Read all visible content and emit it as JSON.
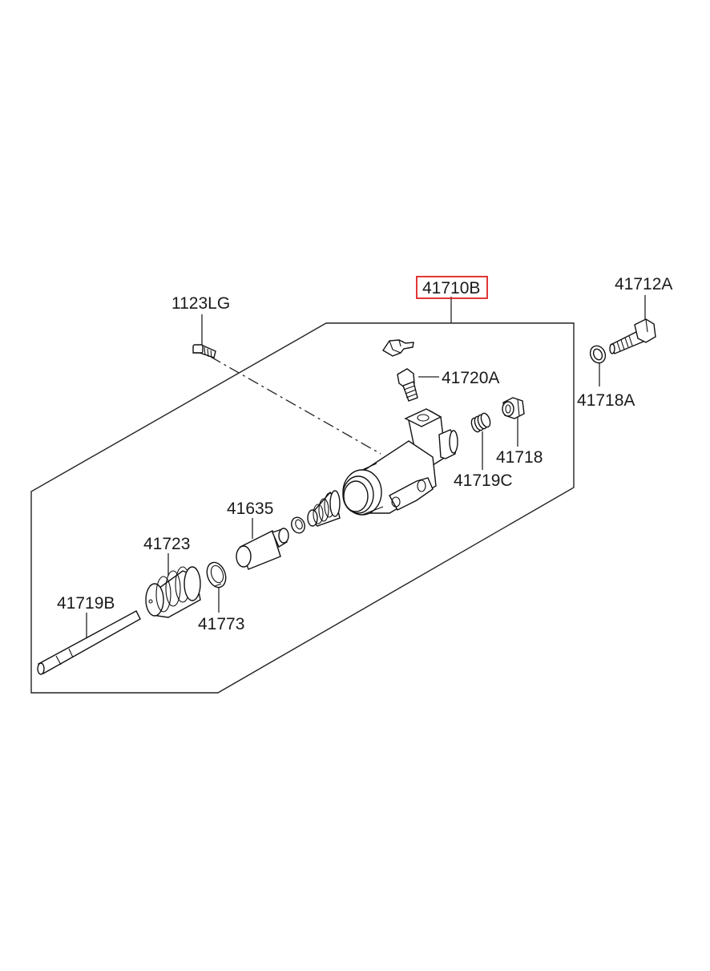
{
  "diagram": {
    "highlighted_part": "41710B",
    "highlight_color": "#e02020",
    "labels": {
      "p1123LG": "1123LG",
      "p41710B": "41710B",
      "p41712A": "41712A",
      "p41720A": "41720A",
      "p41718A": "41718A",
      "p41718": "41718",
      "p41719C": "41719C",
      "p41635": "41635",
      "p41723": "41723",
      "p41773": "41773",
      "p41719B": "41719B"
    }
  }
}
